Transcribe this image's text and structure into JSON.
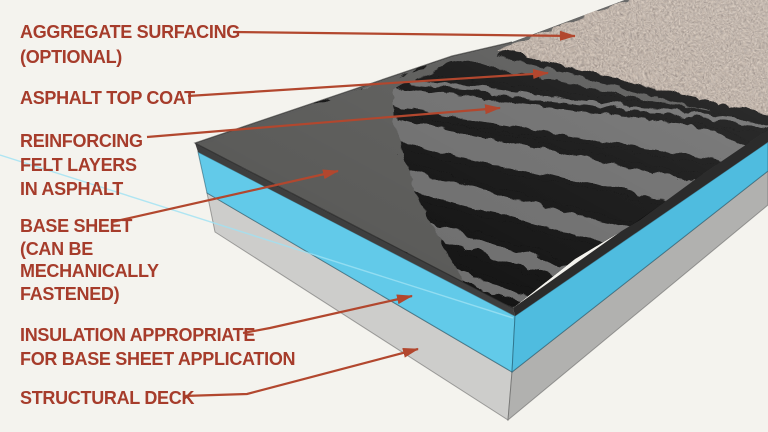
{
  "page": {
    "background": "#F4F3EE"
  },
  "colors": {
    "background": "#F4F3EE",
    "label_red": "#A63C2B",
    "arrow_red": "#B2472E",
    "asphalt_black": "#0A0A0A",
    "base_sheet_gray": "#545453",
    "felt_gray": "#6B6B6B",
    "membrane_side_left": "#3E3E3E",
    "membrane_side_right": "#2B2B2B",
    "insulation_blue_left": "#62CAE9",
    "insulation_blue_right": "#4FBCDF",
    "deck_gray_left": "#CDCDCB",
    "deck_gray_right": "#B1B1AF",
    "aggregate_base": "#7A6455"
  },
  "labels": [
    {
      "id": "aggregate-surfacing",
      "lines": [
        "AGGREGATE SURFACING",
        "(OPTIONAL)"
      ]
    },
    {
      "id": "asphalt-top-coat",
      "lines": [
        "ASPHALT TOP COAT"
      ]
    },
    {
      "id": "reinforcing-felt",
      "lines": [
        "REINFORCING",
        "FELT LAYERS",
        "IN ASPHALT"
      ]
    },
    {
      "id": "base-sheet",
      "lines": [
        "BASE SHEET",
        "(CAN BE",
        "MECHANICALLY",
        "FASTENED)"
      ]
    },
    {
      "id": "insulation",
      "lines": [
        "INSULATION APPROPRIATE",
        "FOR BASE SHEET APPLICATION"
      ]
    },
    {
      "id": "structural-deck",
      "lines": [
        "STRUCTURAL DECK"
      ]
    }
  ]
}
